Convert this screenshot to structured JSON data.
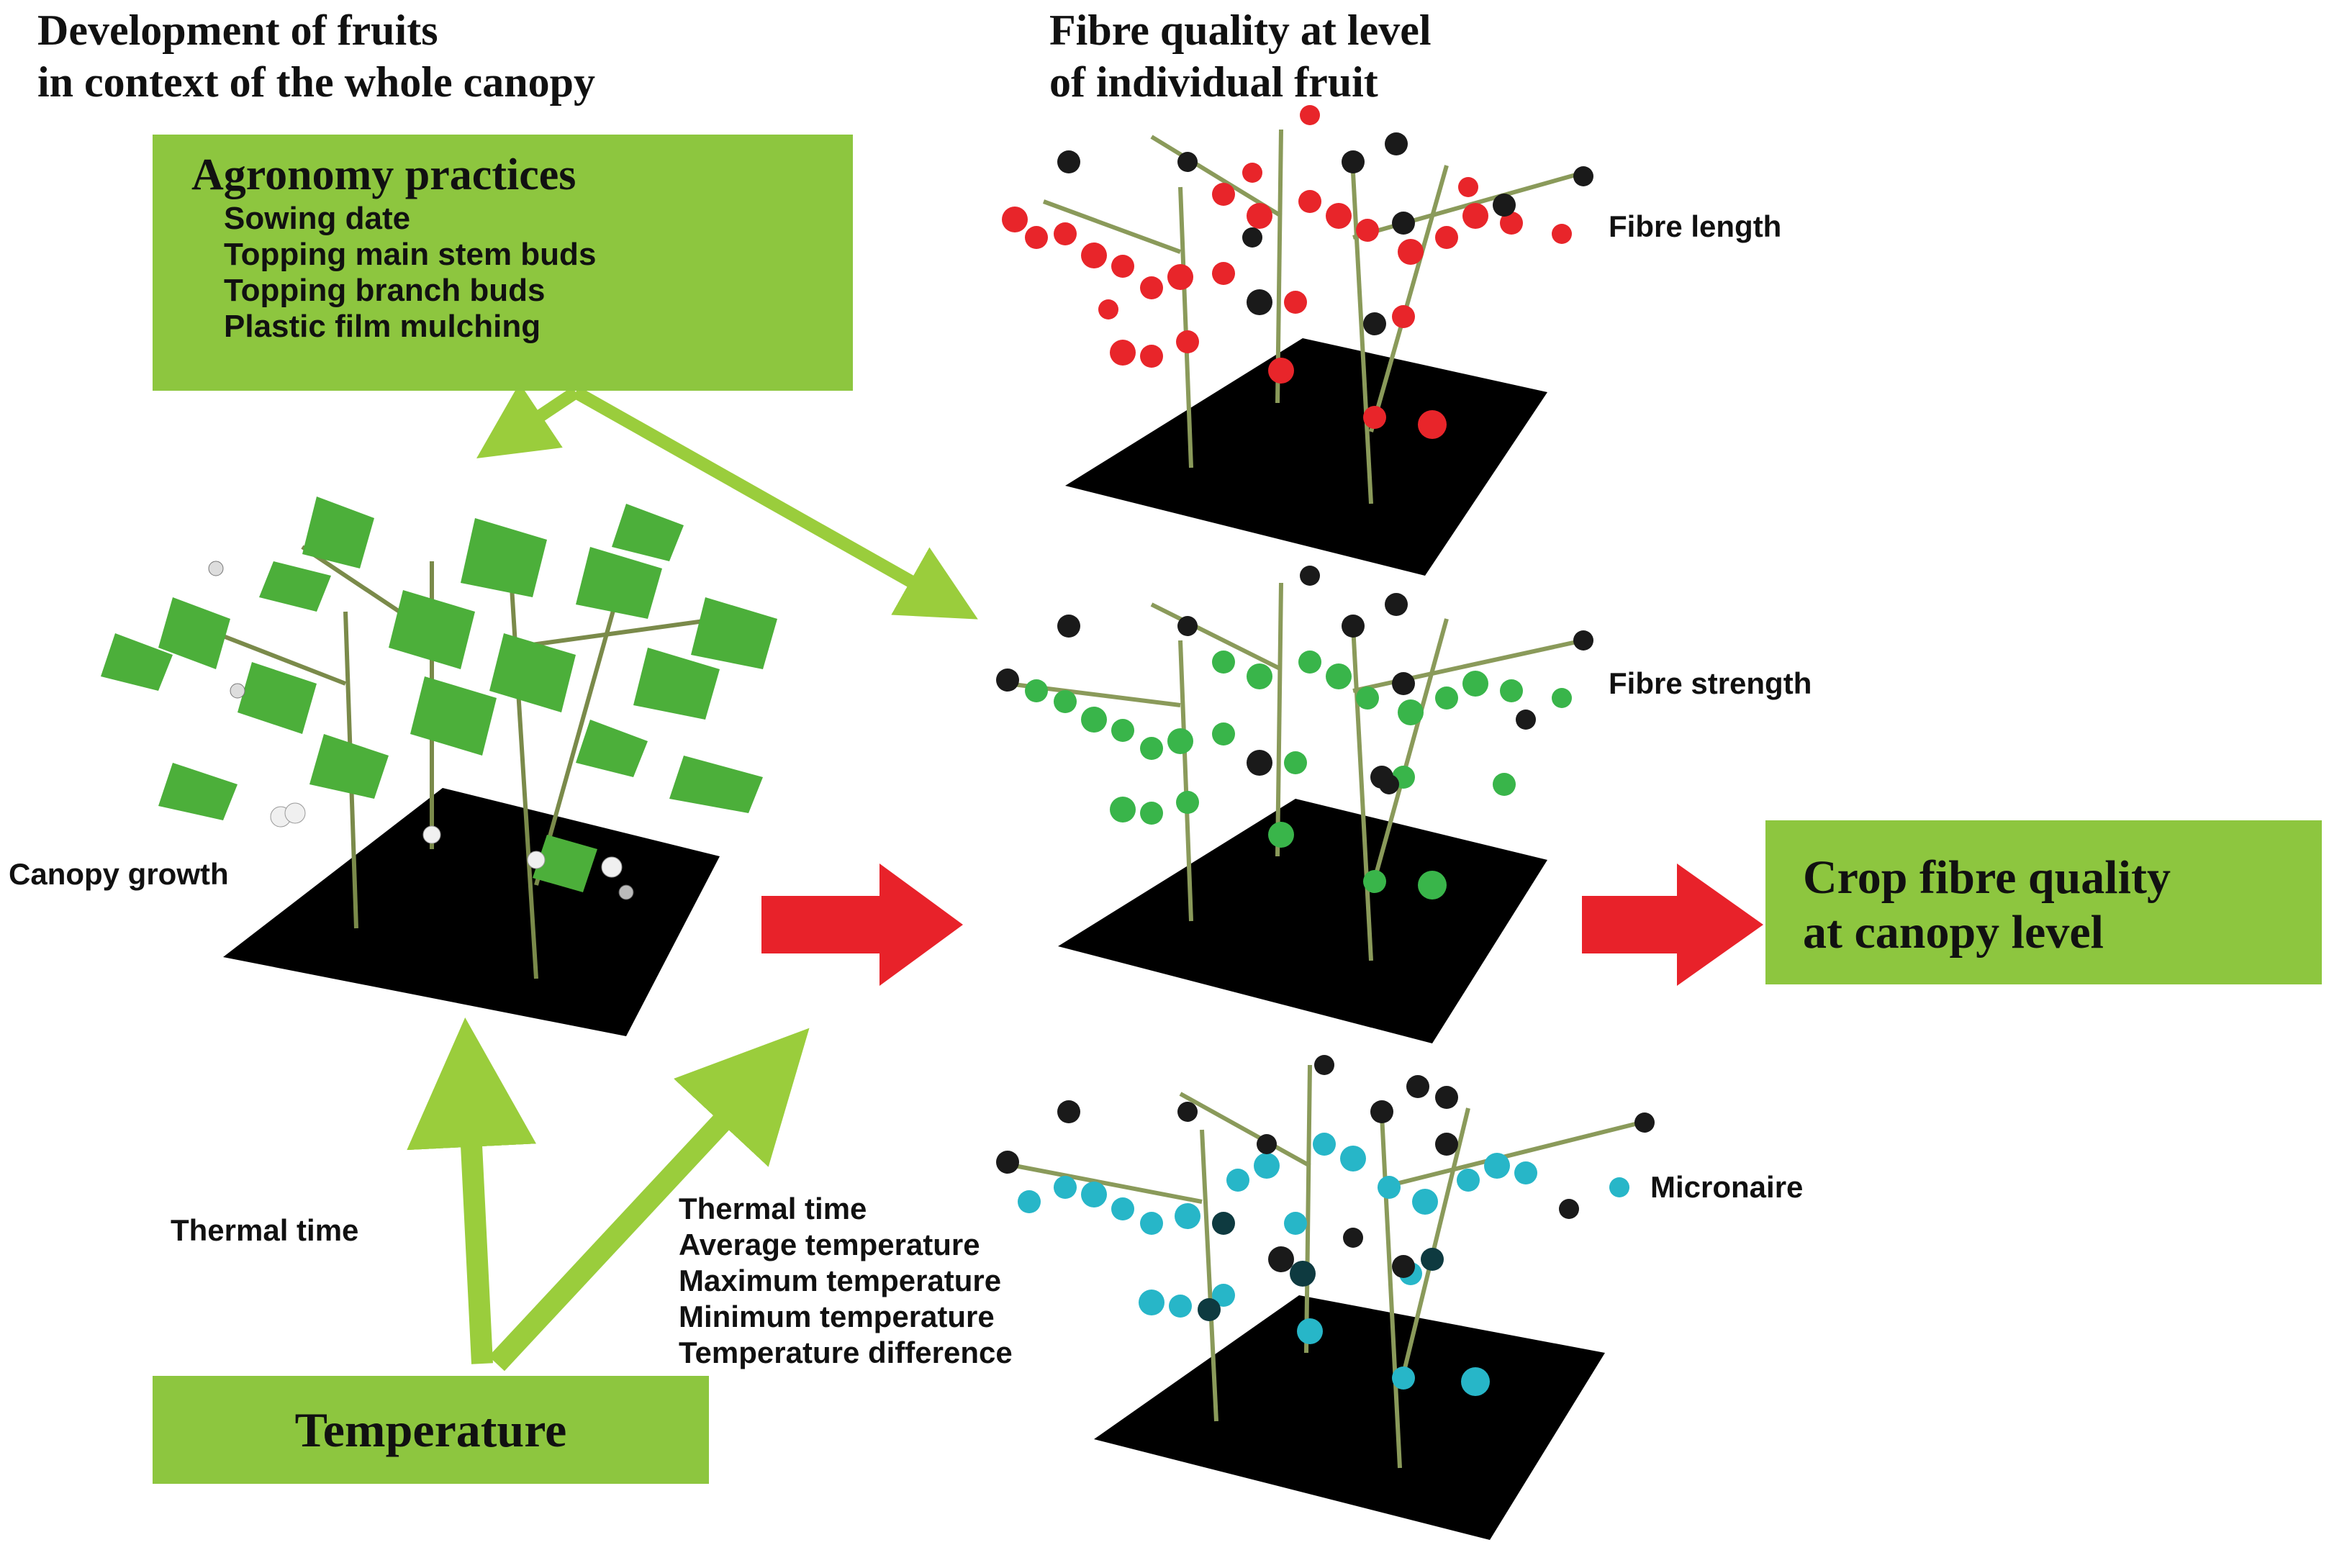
{
  "headings": {
    "left": [
      "Development of fruits",
      "in context of the whole canopy"
    ],
    "right": [
      "Fibre quality at level",
      "of individual fruit"
    ]
  },
  "agronomy_box": {
    "title": "Agronomy practices",
    "items": [
      "Sowing date",
      "Topping main stem buds",
      "Topping branch buds",
      "Plastic film mulching"
    ]
  },
  "temperature_box": {
    "title": "Temperature"
  },
  "output_box": {
    "lines": [
      "Crop fibre quality",
      "at canopy level"
    ]
  },
  "labels": {
    "canopy_growth": "Canopy growth",
    "thermal_time": "Thermal time",
    "fibre_length": "Fibre length",
    "fibre_strength": "Fibre strength",
    "micronaire": "Micronaire"
  },
  "temperature_factors": [
    "Thermal time",
    "Average temperature",
    "Maximum temperature",
    "Minimum temperature",
    "Temperature difference"
  ],
  "colors": {
    "box_green": "#8dc63f",
    "arrow_green": "#9acd3c",
    "arrow_red": "#e8222a",
    "leaf_green": "#4caf3a",
    "fruit_red": "#e8252a",
    "fruit_green": "#39b54a",
    "fruit_cyan": "#27b6c8",
    "fruit_dark": "#1a1a1a",
    "ground": "#000000",
    "stem": "#7a8a4a"
  }
}
